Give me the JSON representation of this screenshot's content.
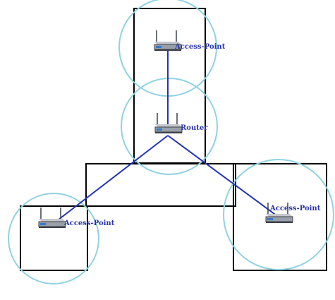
{
  "colors": {
    "room_stroke": "#000000",
    "coverage_stroke": "#8fd3e0",
    "link_stroke": "#2333b8",
    "label": "#2b35a8",
    "device_body": "#9aa0aa",
    "device_dark": "#3c4048",
    "device_led": "#3a78c8"
  },
  "devices": {
    "ap_top": {
      "label": "Access-Point",
      "icon": "wireless-access-point-icon"
    },
    "router": {
      "label": "Router",
      "icon": "wireless-router-icon"
    },
    "ap_left": {
      "label": "Access-Point",
      "icon": "wireless-access-point-icon"
    },
    "ap_right": {
      "label": "Access-Point",
      "icon": "wireless-access-point-icon"
    }
  },
  "links": [
    {
      "from": "router",
      "to": "ap_top"
    },
    {
      "from": "router",
      "to": "ap_left"
    },
    {
      "from": "router",
      "to": "ap_right"
    }
  ]
}
